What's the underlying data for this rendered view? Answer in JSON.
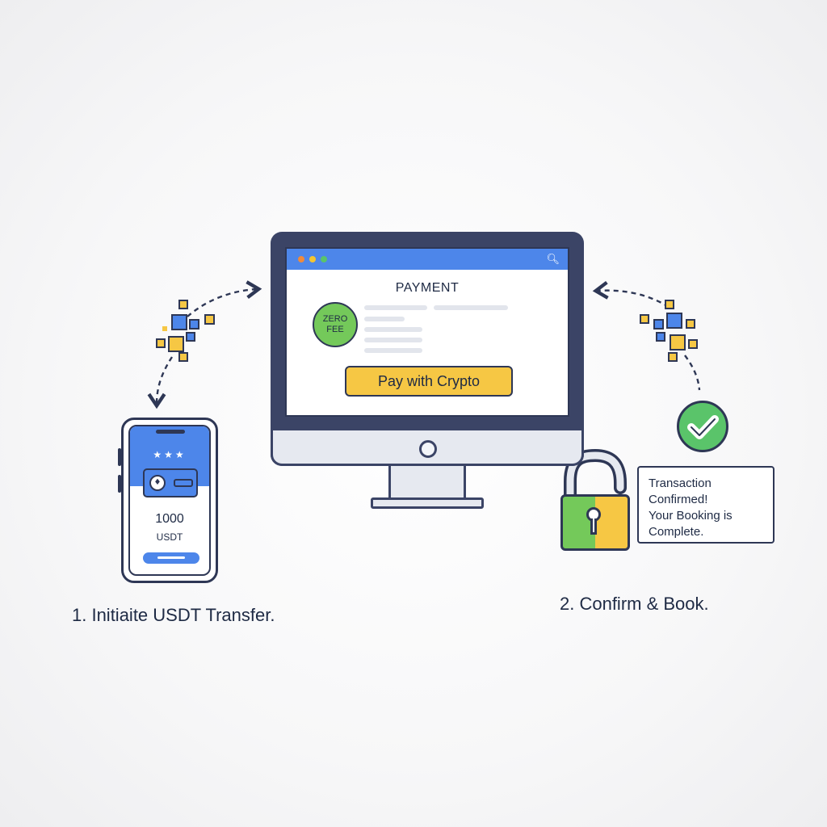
{
  "monitor": {
    "payment_title": "PAYMENT",
    "badge_line1": "ZERO",
    "badge_line2": "FEE",
    "pay_button_label": "Pay with Crypto"
  },
  "phone": {
    "stars": "★★★",
    "amount": "1000",
    "currency": "USDT"
  },
  "confirmation": {
    "message_lines": [
      "Transaction",
      "Confirmed!",
      "Your Booking is",
      "Complete."
    ]
  },
  "steps": [
    {
      "label": "1. Initiaite USDT Transfer."
    },
    {
      "label": "2. Confirm & Book."
    }
  ],
  "colors": {
    "outline": "#2e3755",
    "blue": "#4d86ea",
    "green": "#74c95a",
    "yellow": "#f6c744"
  },
  "icons": [
    "search-icon",
    "wallet-icon",
    "coin-icon",
    "padlock-icon",
    "checkmark-icon",
    "arrow-icon",
    "pixel-cluster-icon"
  ]
}
